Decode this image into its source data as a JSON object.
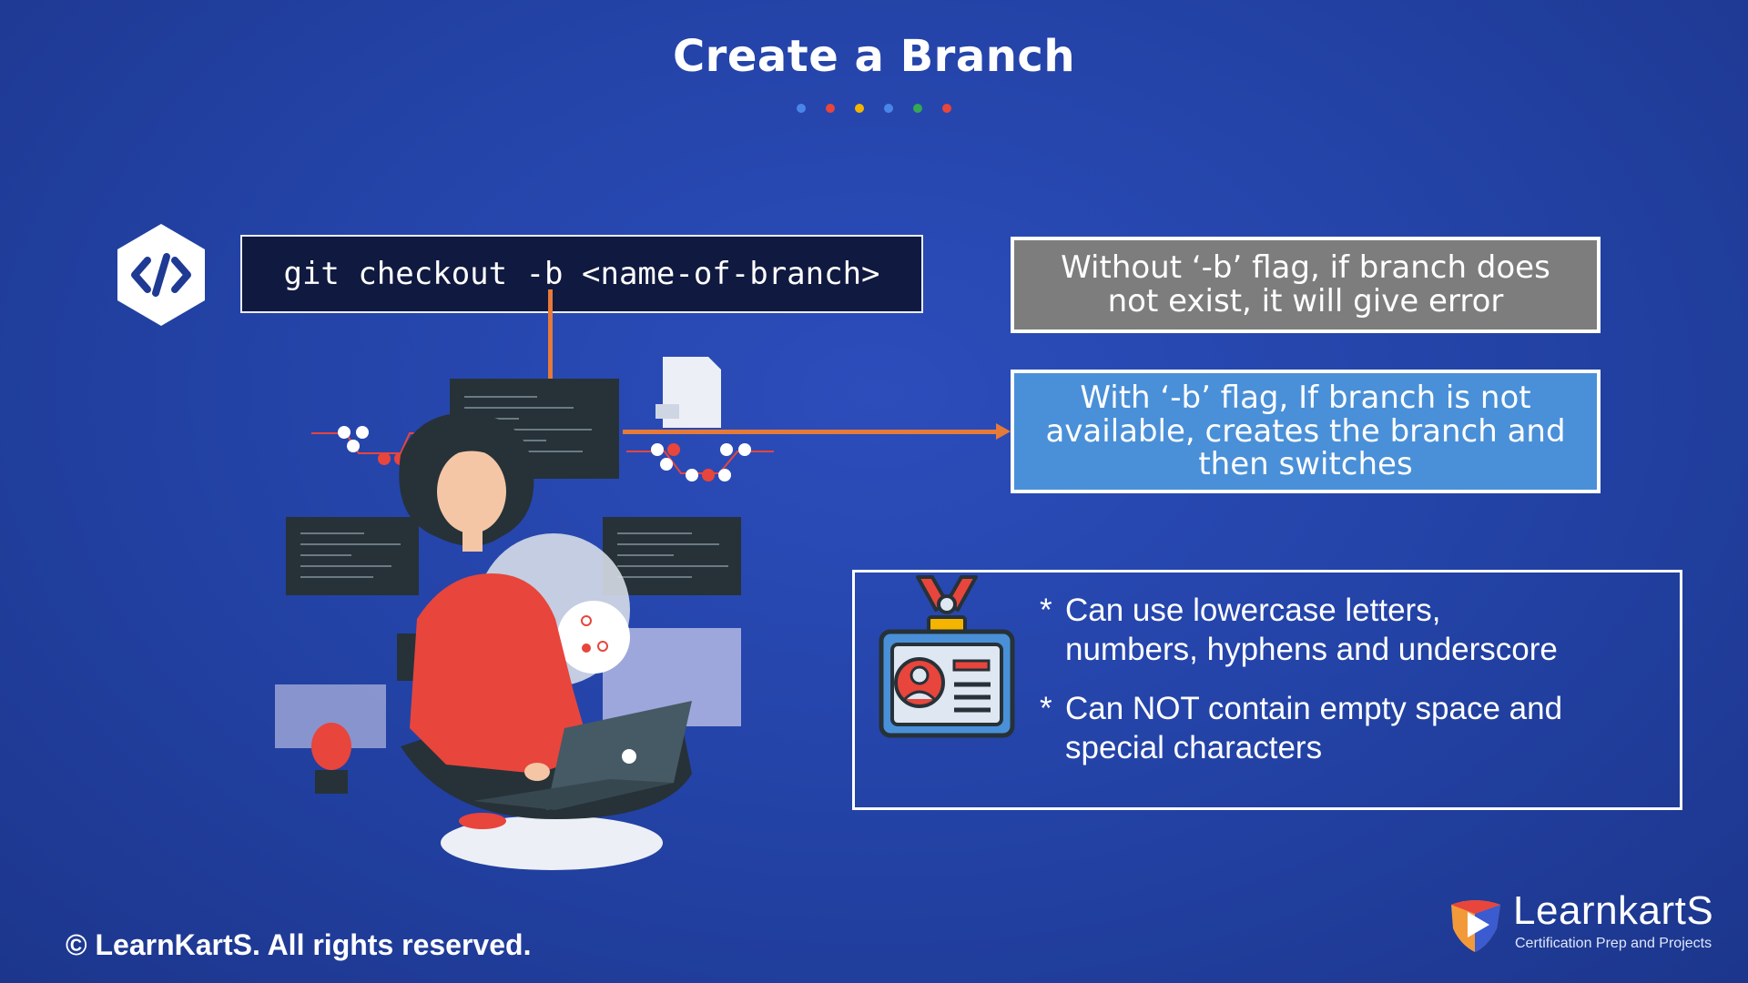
{
  "slide": {
    "title": "Create a Branch",
    "title_dot_colors": [
      "#4a86e8",
      "#e8453c",
      "#f4b400",
      "#4a86e8",
      "#34a853",
      "#e8453c"
    ],
    "command": "git checkout -b <name-of-branch>",
    "without_flag_note": "Without ‘-b’ flag, if branch does not exist, it will give error",
    "with_flag_note": "With ‘-b’ flag, If branch is not available, creates the branch and then switches",
    "rules": [
      {
        "bullet": "*",
        "text_line1": "Can use lowercase letters,",
        "text_line2": "numbers, hyphens and underscore"
      },
      {
        "bullet": "*",
        "text_line1": "Can NOT contain empty space and",
        "text_line2": "special characters"
      }
    ],
    "icons": {
      "code": "code-brackets-icon",
      "badge": "id-badge-icon",
      "illustration": "developer-at-laptop-illustration"
    }
  },
  "footer": {
    "copyright": "© LearnKartS. All rights reserved.",
    "logo_name": "LearnkartS",
    "logo_tagline": "Certification Prep and Projects"
  },
  "colors": {
    "background": "#2444a9",
    "command_bg": "#10193f",
    "without_box": "#7d7d7d",
    "with_box": "#4a90d8",
    "connector": "#e57a39"
  }
}
